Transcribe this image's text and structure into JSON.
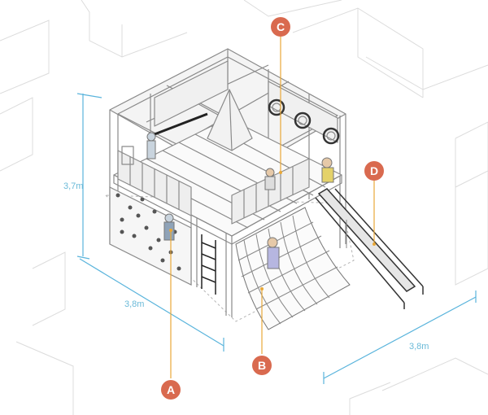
{
  "colors": {
    "dimension": "#5ab4dc",
    "marker": "#d96a4f",
    "leader": "#e8a838",
    "line": "#9a9a9a",
    "background_line": "#d8d8d8"
  },
  "dimensions": {
    "height": "3,7m",
    "width_left": "3,8m",
    "width_right": "3,8m"
  },
  "markers": [
    {
      "label": "A"
    },
    {
      "label": "B"
    },
    {
      "label": "C"
    },
    {
      "label": "D"
    }
  ]
}
